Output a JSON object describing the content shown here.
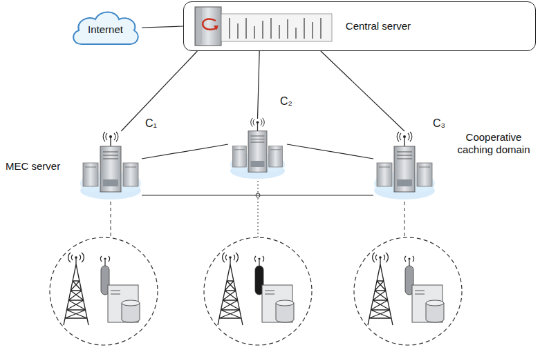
{
  "diagram": {
    "nodes": [
      {
        "text": [
          "Internet"
        ]
      },
      {
        "text": [
          "Central server"
        ]
      },
      {
        "text": [
          "C₁"
        ]
      },
      {
        "text": [
          "C₂"
        ]
      },
      {
        "text": [
          "C₃"
        ]
      }
    ],
    "edges": [
      {
        "from": 0,
        "to": 1,
        "arrow": "none"
      },
      {
        "from": 1,
        "to": 2,
        "arrow": "none"
      },
      {
        "from": 1,
        "to": 3,
        "arrow": "none"
      },
      {
        "from": 1,
        "to": 4,
        "arrow": "none"
      },
      {
        "from": 2,
        "to": 3,
        "arrow": "none"
      },
      {
        "from": 3,
        "to": 4,
        "arrow": "none"
      },
      {
        "from": 2,
        "to": 4,
        "arrow": "none"
      }
    ],
    "labels": [
      "MEC server",
      "Cooperative caching domain"
    ]
  }
}
